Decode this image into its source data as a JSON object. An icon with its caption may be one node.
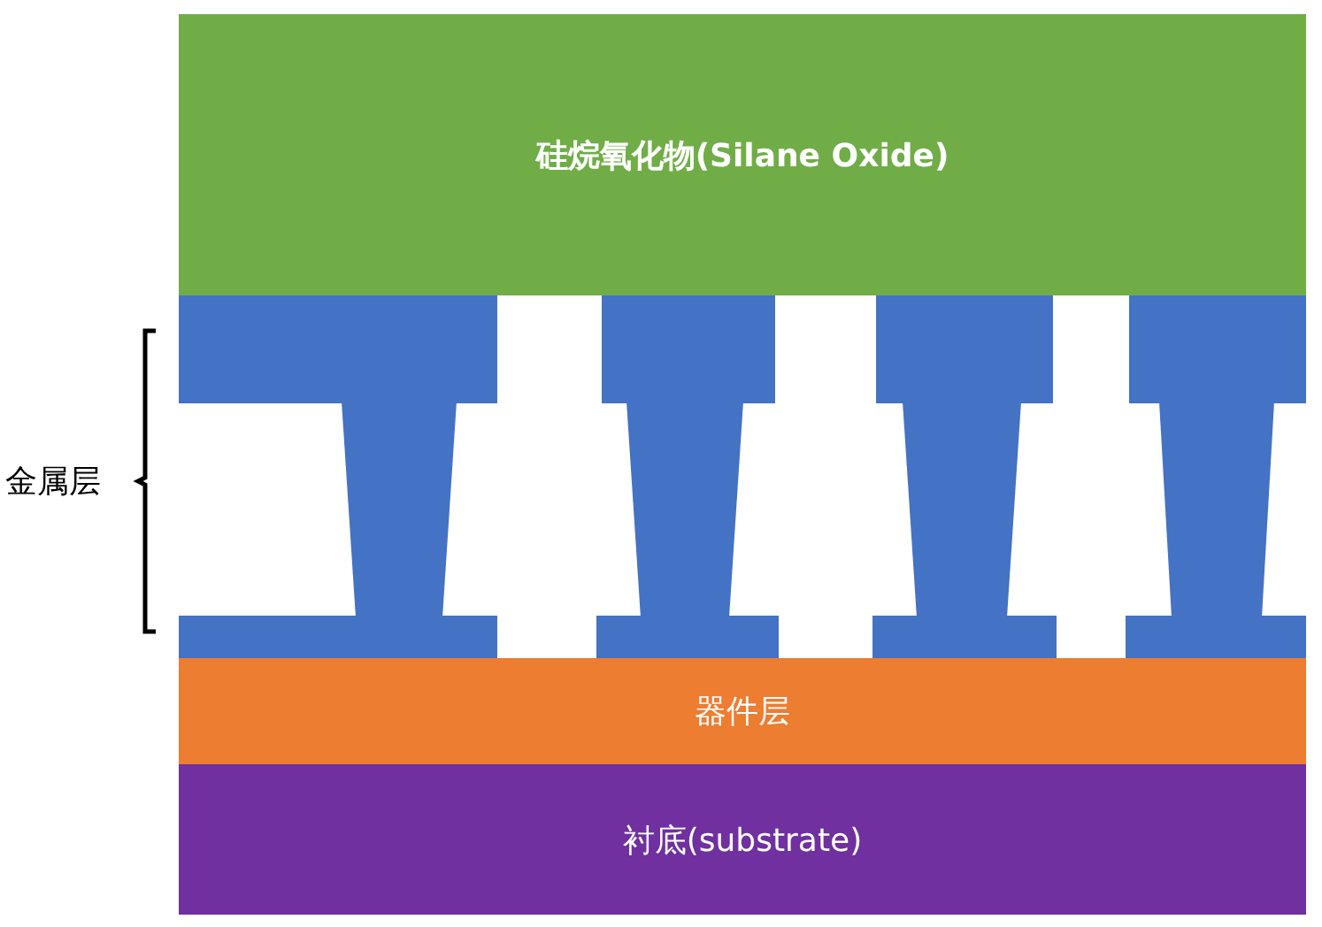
{
  "diagram": {
    "nodes": [
      {
        "text": [
          "硅烷氧化物(Silane Oxide)"
        ]
      },
      {
        "text": [
          "器件层"
        ]
      },
      {
        "text": [
          "衬底(substrate)"
        ]
      }
    ],
    "labels": [
      "金属层"
    ]
  }
}
